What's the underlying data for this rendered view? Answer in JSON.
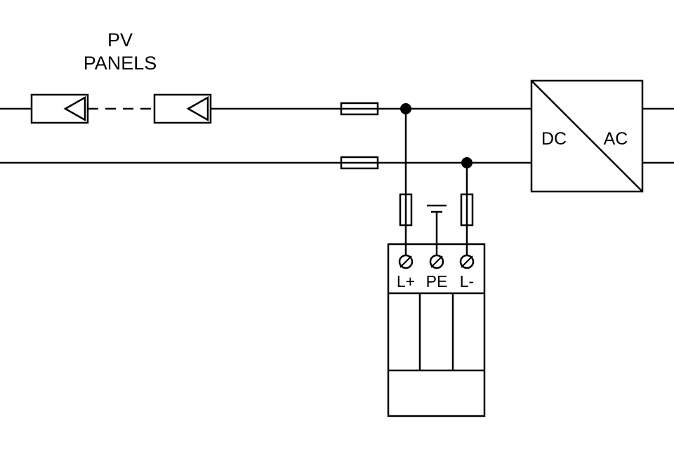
{
  "diagram": {
    "pv_label_line1": "PV",
    "pv_label_line2": "PANELS",
    "inverter": {
      "dc_label": "DC",
      "ac_label": "AC"
    },
    "spd_terminals": [
      {
        "label": "L+"
      },
      {
        "label": "PE"
      },
      {
        "label": "L-"
      }
    ],
    "colors": {
      "line": "#000000",
      "background": "#ffffff"
    }
  }
}
